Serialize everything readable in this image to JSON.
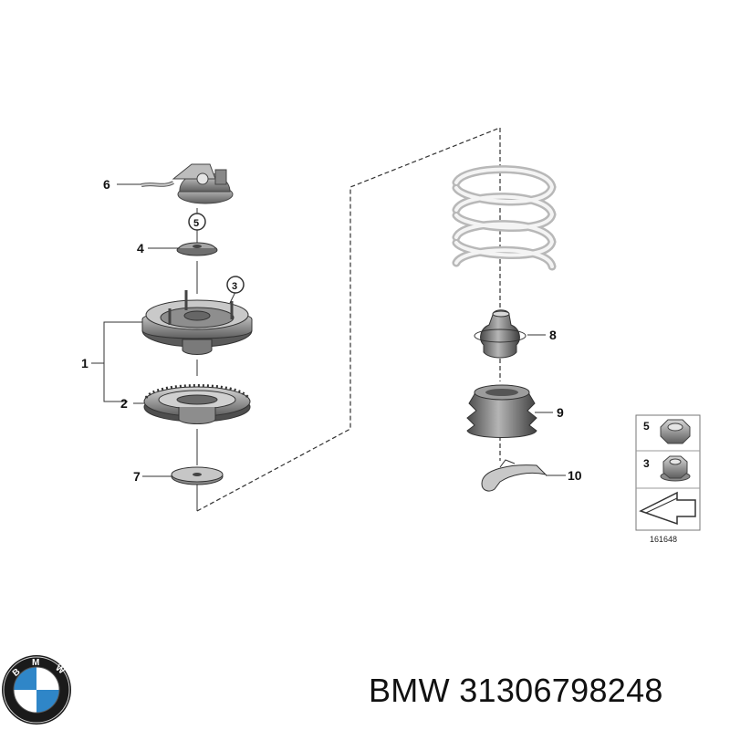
{
  "diagram": {
    "reference_number": "161648",
    "callouts": {
      "c1": "1",
      "c2": "2",
      "c3": "3",
      "c4": "4",
      "c5": "5",
      "c6": "6",
      "c7": "7",
      "c8": "8",
      "c9": "9",
      "c10": "10"
    },
    "legend": {
      "item_a": "5",
      "item_b": "3"
    }
  },
  "brand": {
    "logo_letters": [
      "B",
      "M",
      "W"
    ],
    "name": "BMW",
    "part_number": "31306798248"
  },
  "colors": {
    "logo_blue": "#2f86c8",
    "line": "#333333",
    "part_grey": "#8a8a8a"
  }
}
